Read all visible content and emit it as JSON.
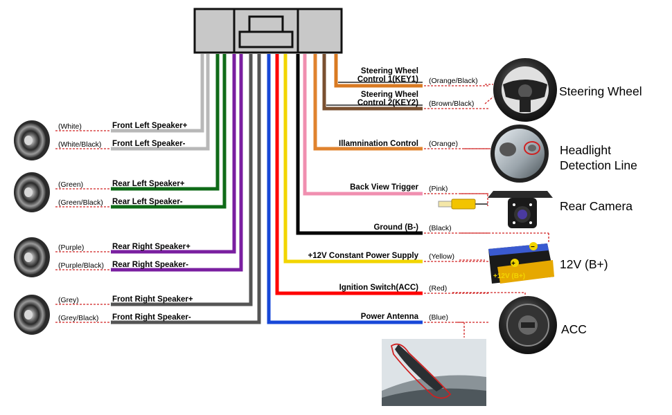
{
  "left_wires": [
    {
      "color_text": "(White)",
      "label": "Front Left Speaker+",
      "hex": "#b8b8b8"
    },
    {
      "color_text": "(White/Black)",
      "label": "Front Left Speaker-",
      "hex": "#b8b8b8"
    },
    {
      "color_text": "(Green)",
      "label": "Rear Left Speaker+",
      "hex": "#0f6b18"
    },
    {
      "color_text": "(Green/Black)",
      "label": "Rear Left Speaker-",
      "hex": "#0f6b18"
    },
    {
      "color_text": "(Purple)",
      "label": "Rear Right Speaker+",
      "hex": "#7a1fa0"
    },
    {
      "color_text": "(Purple/Black)",
      "label": "Rear Right Speaker-",
      "hex": "#7a1fa0"
    },
    {
      "color_text": "(Grey)",
      "label": "Front Right Speaker+",
      "hex": "#555555"
    },
    {
      "color_text": "(Grey/Black)",
      "label": "Front Right Speaker-",
      "hex": "#555555"
    }
  ],
  "right_wires": [
    {
      "label_lines": [
        "Steering Wheel",
        "Control 1(KEY1)"
      ],
      "color_text": "(Orange/Black)",
      "hex": "#d97a22"
    },
    {
      "label_lines": [
        "Steering Wheel",
        "Control 2(KEY2)"
      ],
      "color_text": "(Brown/Black)",
      "hex": "#7a5030"
    },
    {
      "label_lines": [
        "Illamnination Control"
      ],
      "color_text": "(Orange)",
      "hex": "#e0832e"
    },
    {
      "label_lines": [
        "Back View Trigger"
      ],
      "color_text": "(Pink)",
      "hex": "#f08fb0"
    },
    {
      "label_lines": [
        "Ground (B-)"
      ],
      "color_text": "(Black)",
      "hex": "#000000"
    },
    {
      "label_lines": [
        "+12V Constant Power Supply"
      ],
      "color_text": "(Yellow)",
      "hex": "#f2d500"
    },
    {
      "label_lines": [
        "Ignition Switch(ACC)"
      ],
      "color_text": "(Red)",
      "hex": "#ff0000"
    },
    {
      "label_lines": [
        "Power Antenna"
      ],
      "color_text": "(Blue)",
      "hex": "#1848d8"
    }
  ],
  "devices": {
    "steering_wheel": "Steering Wheel",
    "headlight_line1": "Headlight",
    "headlight_line2": "Detection Line",
    "rear_camera": "Rear Camera",
    "battery": "12V (B+)",
    "battery_label": "+12V  (B+)",
    "acc": "ACC"
  },
  "colors": {
    "leader": "#d02020",
    "connector_fill": "#c8c8c8",
    "connector_stroke": "#111111"
  }
}
